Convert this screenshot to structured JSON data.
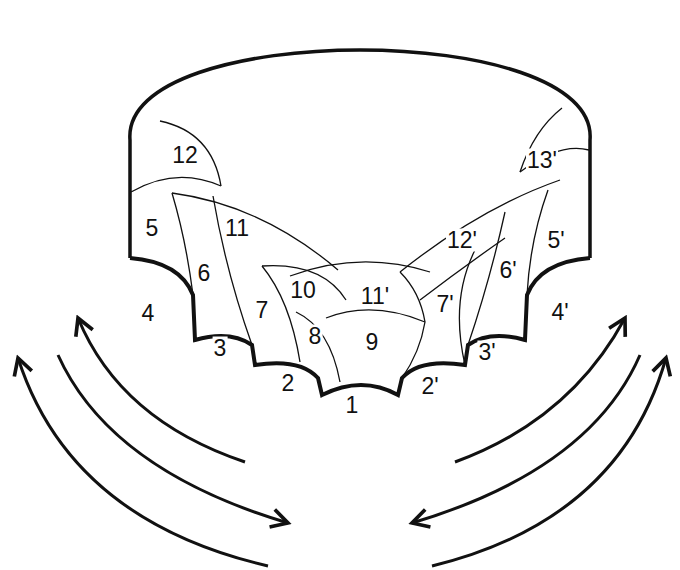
{
  "diagram": {
    "labels": [
      "12",
      "13'",
      "5",
      "11",
      "12'",
      "5'",
      "6",
      "6'",
      "10",
      "11'",
      "4",
      "7",
      "7'",
      "4'",
      "8",
      "9",
      "3",
      "3'",
      "2",
      "2'",
      "1"
    ]
  }
}
